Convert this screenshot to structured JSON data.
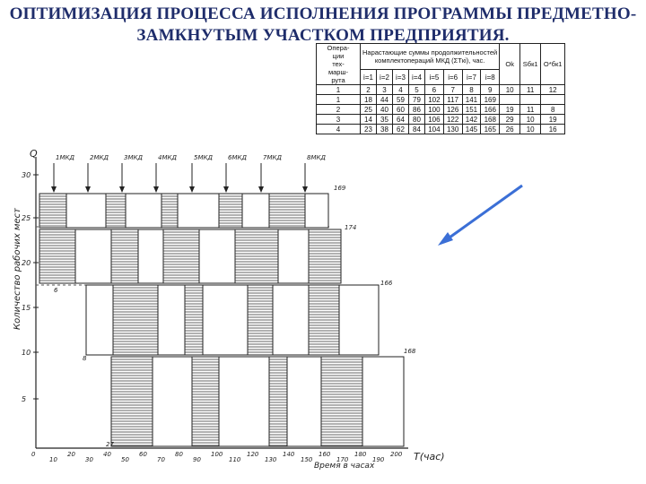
{
  "title": {
    "line1": "ОПТИМИЗАЦИЯ ПРОЦЕССА ИСПОЛНЕНИЯ ПРОГРАММЫ ПРЕДМЕТНО-",
    "line2": "ЗАМКНУТЫМ УЧАСТКОМ ПРЕДПРИЯТИЯ."
  },
  "table": {
    "col_oper": "Опера-\nции\nтех-\nмарш-\nрута",
    "col_sum": "Нарастающие суммы продолжительностей\nкомплектопераций МКД (ΣTкi), час.",
    "col_ok": "Ok",
    "col_s": "Sбк1",
    "col_o": "O*бк1",
    "i_labels": [
      "i=1",
      "i=2",
      "i=3",
      "i=4",
      "i=5",
      "i=6",
      "i=7",
      "i=8"
    ],
    "numbering": [
      "1",
      "2",
      "3",
      "4",
      "5",
      "6",
      "7",
      "8",
      "9",
      "10",
      "11",
      "12"
    ],
    "rows": [
      {
        "op": "1",
        "vals": [
          "18",
          "44",
          "59",
          "79",
          "102",
          "117",
          "141",
          "169"
        ],
        "ok": "",
        "s": "",
        "o": ""
      },
      {
        "op": "2",
        "vals": [
          "25",
          "40",
          "60",
          "86",
          "100",
          "126",
          "151",
          "166"
        ],
        "ok": "19",
        "s": "11",
        "o": "8"
      },
      {
        "op": "3",
        "vals": [
          "14",
          "35",
          "64",
          "80",
          "106",
          "122",
          "142",
          "168"
        ],
        "ok": "29",
        "s": "10",
        "o": "19"
      },
      {
        "op": "4",
        "vals": [
          "23",
          "38",
          "62",
          "84",
          "104",
          "130",
          "145",
          "165"
        ],
        "ok": "26",
        "s": "10",
        "o": "16"
      }
    ]
  },
  "diagram": {
    "y_axis_label": "Количество рабочих мест",
    "y_symbol": "Q",
    "y_ticks": [
      "30",
      "25",
      "20",
      "15",
      "10",
      "5"
    ],
    "x_axis_label": "Время в часах",
    "x_symbol": "T(час)",
    "x_ticks": [
      "0",
      "10",
      "20",
      "30",
      "40",
      "50",
      "60",
      "70",
      "80",
      "90",
      "100",
      "110",
      "120",
      "130",
      "140",
      "150",
      "160",
      "170",
      "180",
      "190",
      "200"
    ],
    "mkd_labels": [
      "1МКД",
      "2МКД",
      "3МКД",
      "4МКД",
      "5МКД",
      "6МКД",
      "7МКД",
      "8МКД"
    ],
    "band_end_labels": [
      "169",
      "174",
      "166",
      "168"
    ],
    "band_start_labels": [
      "6",
      "8",
      "27"
    ],
    "arrow_color": "#3b6fd6"
  }
}
